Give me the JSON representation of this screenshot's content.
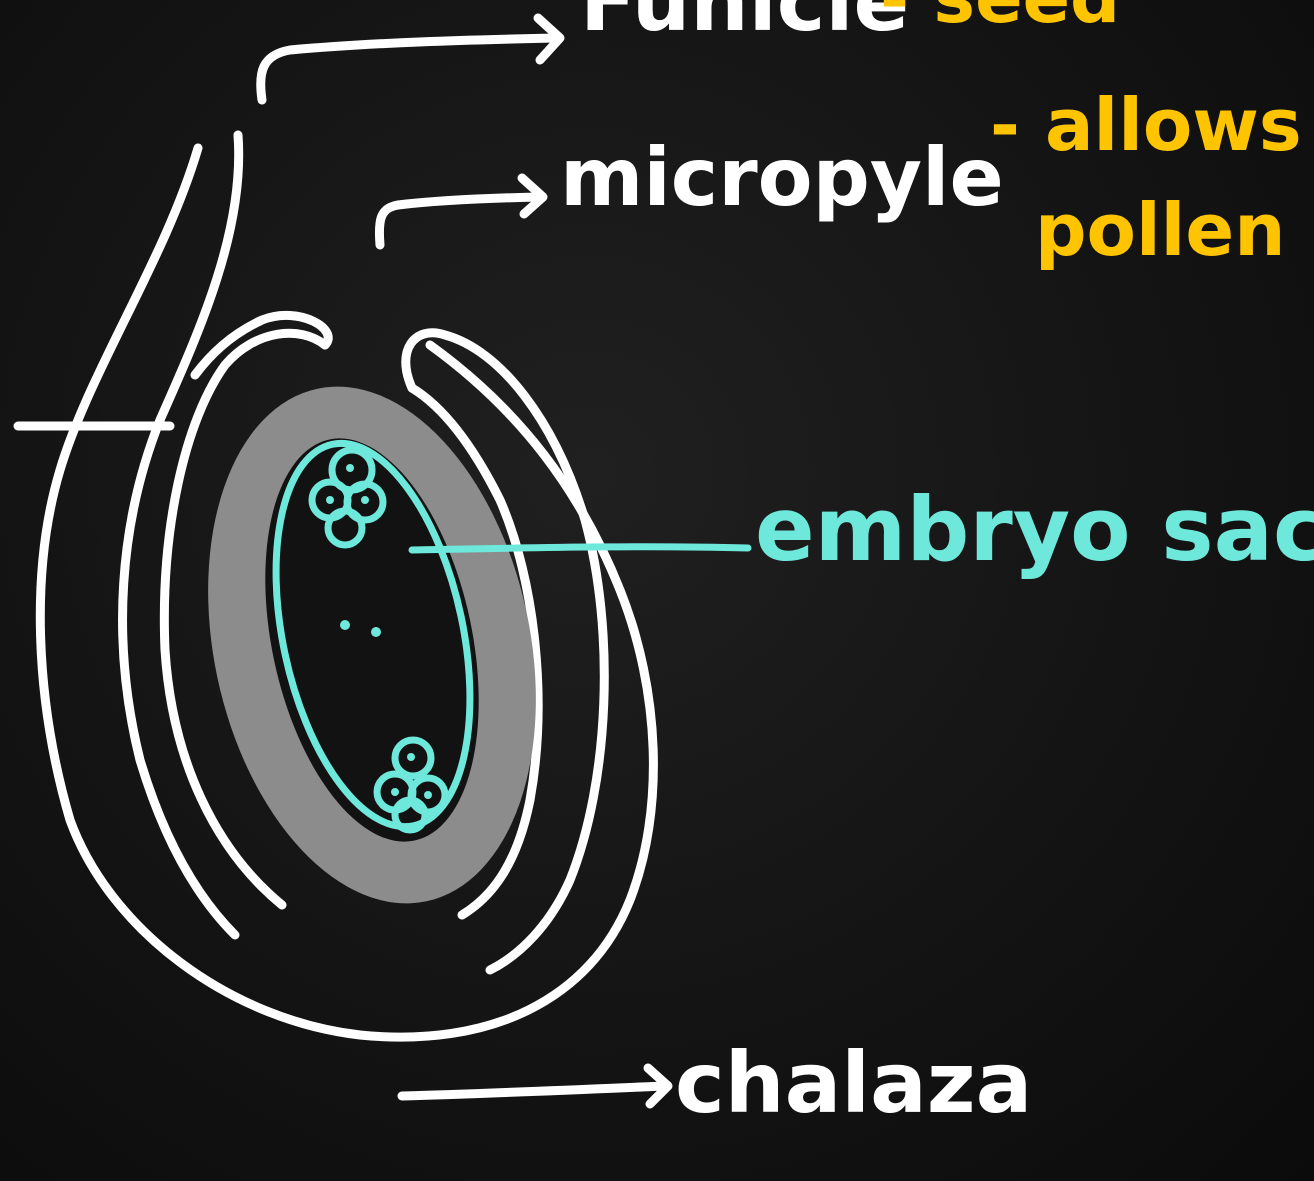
{
  "colors": {
    "background": "#141414",
    "ink_white": "#ffffff",
    "ink_teal": "#6fe8dc",
    "ink_yellow": "#ffc400",
    "nucellus_gray": "#8c8c8c"
  },
  "labels": {
    "funicle": "Funicle",
    "funicle_note": "- seed",
    "micropyle": "micropyle",
    "micropyle_note_line1": "- allows",
    "micropyle_note_line2": "pollen",
    "embryo_sac": "embryo sac",
    "chalaza": "chalaza"
  }
}
